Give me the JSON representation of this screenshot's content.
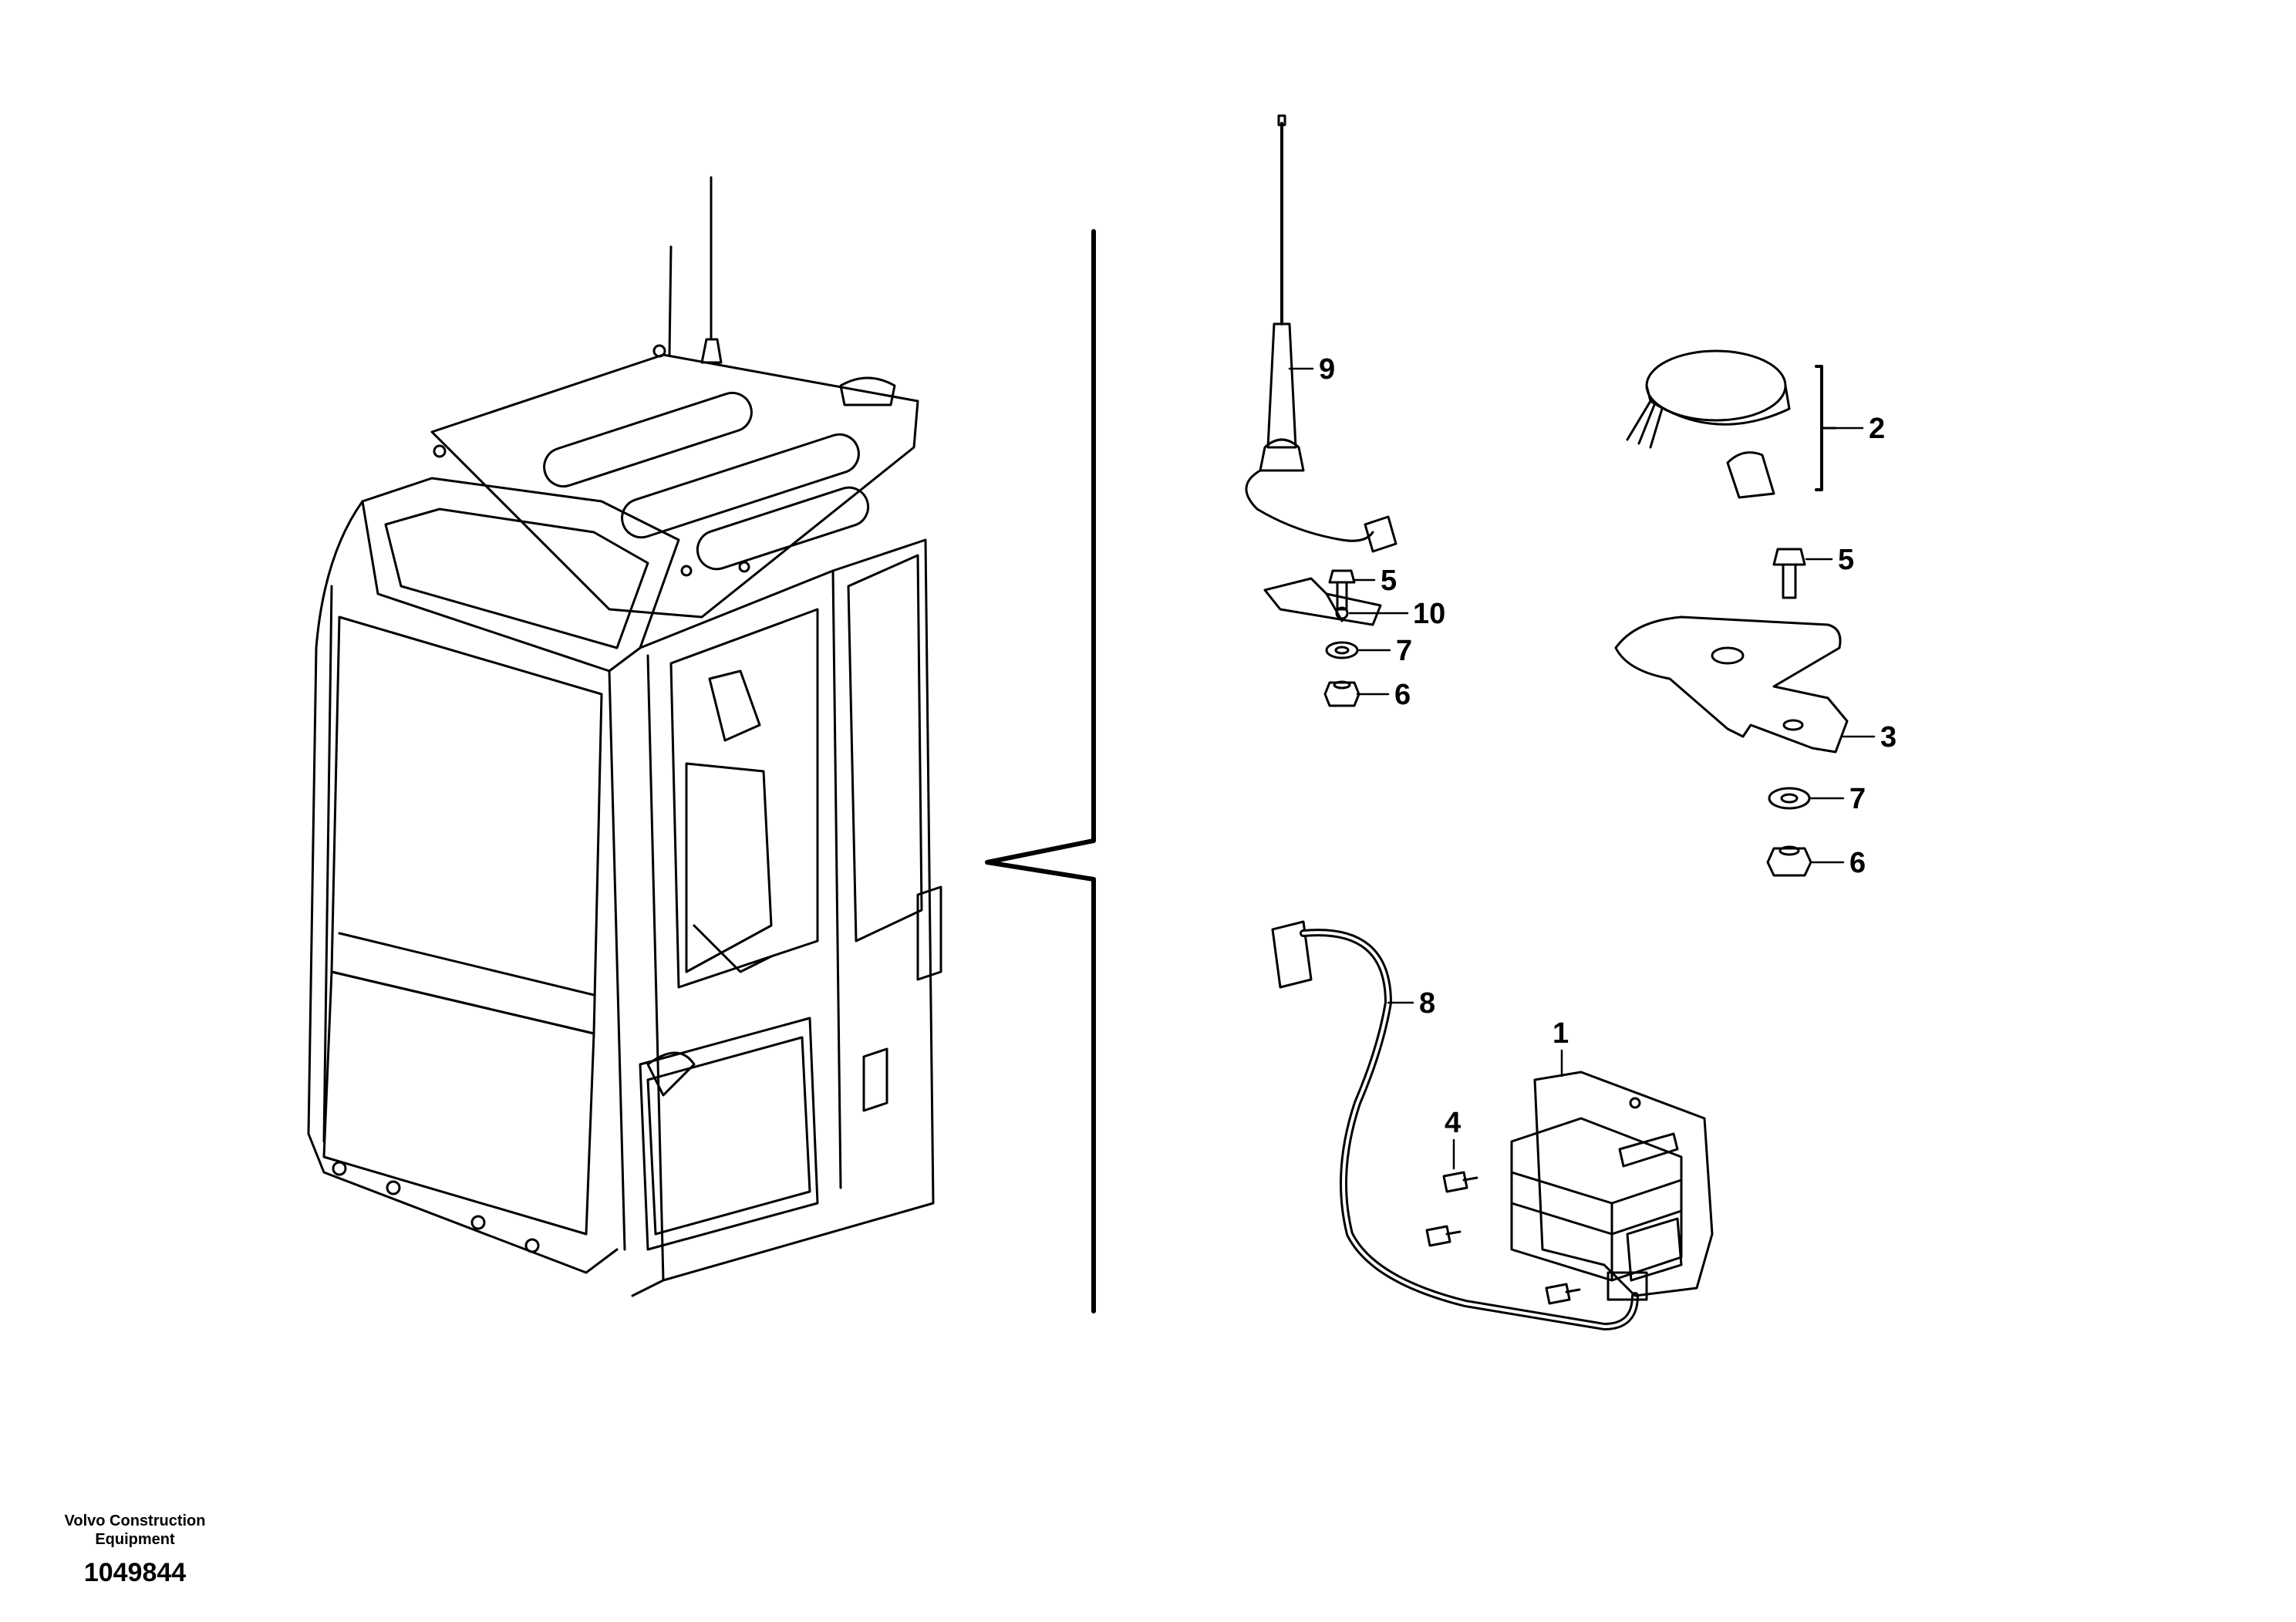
{
  "callouts": {
    "c1": "1",
    "c2": "2",
    "c3": "3",
    "c4": "4",
    "c5a": "5",
    "c5b": "5",
    "c6a": "6",
    "c6b": "6",
    "c7a": "7",
    "c7b": "7",
    "c8": "8",
    "c9": "9",
    "c10": "10"
  },
  "footer": {
    "brand_line1": "Volvo Construction",
    "brand_line2": "Equipment",
    "code": "1049844"
  }
}
